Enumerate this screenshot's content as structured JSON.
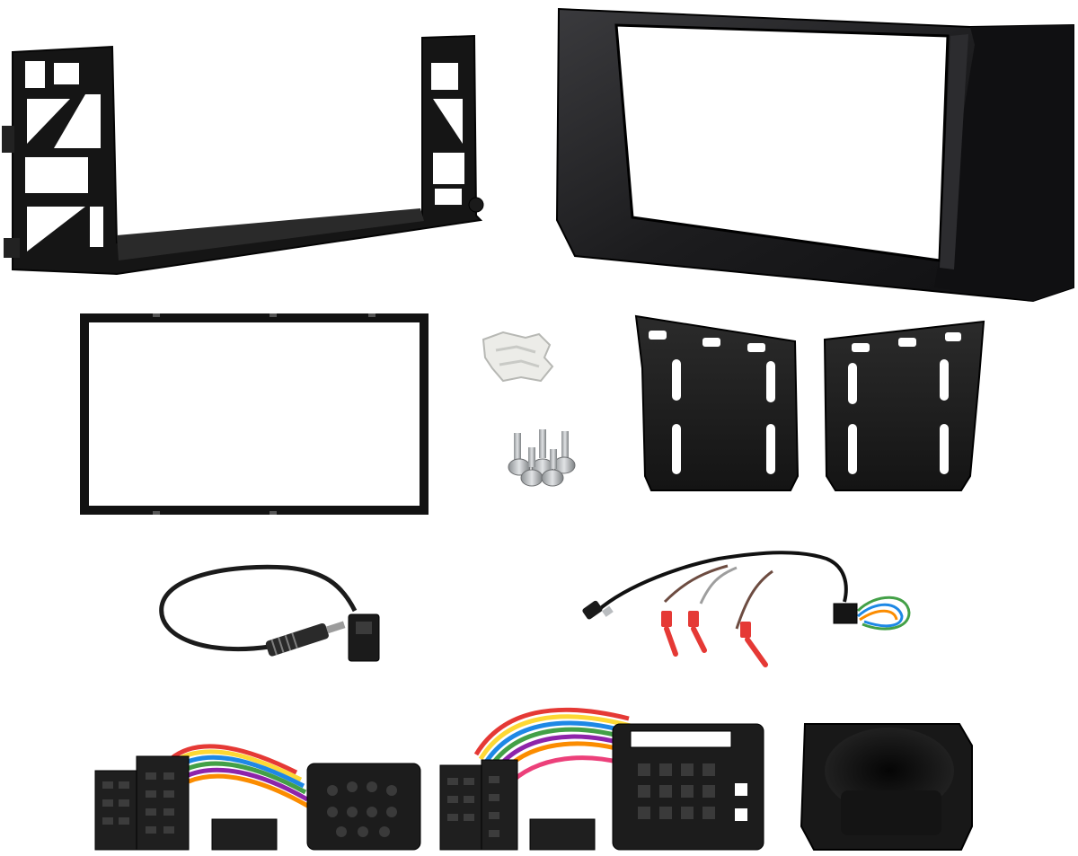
{
  "image": {
    "background": "#ffffff",
    "description_items": [
      {
        "name": "mounting-cage-bracket",
        "color": "#141414"
      },
      {
        "name": "double-din-fascia-panel",
        "color": "#1c1c1e"
      },
      {
        "name": "trim-surround-frame",
        "color": "#121212"
      },
      {
        "name": "plastic-clips",
        "color": "#e9eae6"
      },
      {
        "name": "screws",
        "color": "#b9bcbf"
      },
      {
        "name": "side-mounting-plates",
        "color": "#1a1a1a"
      },
      {
        "name": "antenna-adapter",
        "color": "#1b1b1b"
      },
      {
        "name": "steering-control-interface-lead",
        "color": "#111111"
      },
      {
        "name": "iso-harness-left",
        "color": "#1f1f1f"
      },
      {
        "name": "iso-harness-right",
        "color": "#1f1f1f"
      },
      {
        "name": "storage-pocket",
        "color": "#181818"
      }
    ],
    "wire_colors": [
      "#e53935",
      "#1e88e5",
      "#fdd835",
      "#43a047",
      "#fb8c00",
      "#8e24aa",
      "#ffffff",
      "#6d4c41",
      "#9e9e9e",
      "#ec407a"
    ]
  }
}
